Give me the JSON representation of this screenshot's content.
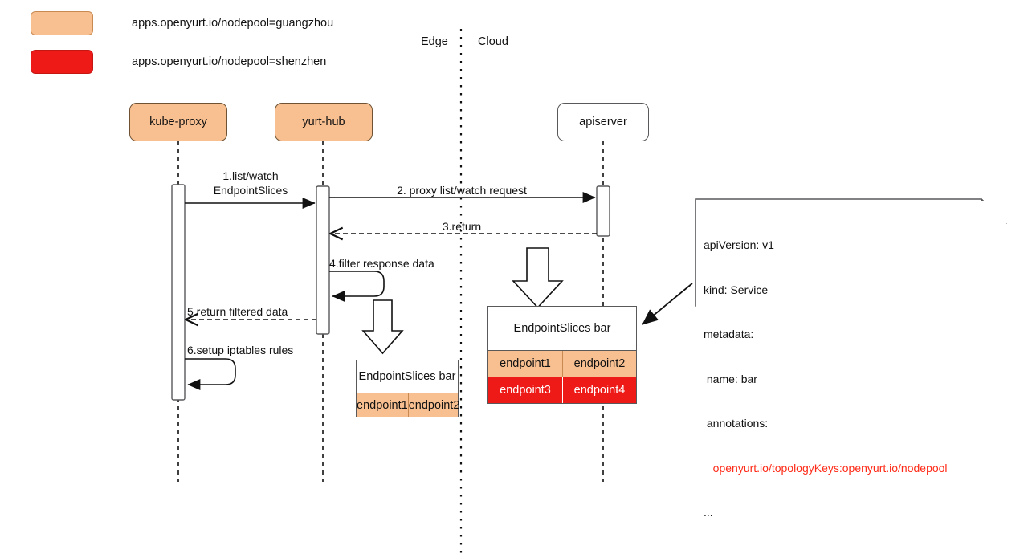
{
  "legend": [
    {
      "color": "#F8C091",
      "label": "apps.openyurt.io/nodepool=guangzhou",
      "swatch_name": "guangzhou"
    },
    {
      "color": "#EE1A18",
      "label": "apps.openyurt.io/nodepool=shenzhen",
      "swatch_name": "shenzhen"
    }
  ],
  "zones": {
    "edge": "Edge",
    "cloud": "Cloud"
  },
  "actors": [
    {
      "name": "kube-proxy",
      "label": "kube-proxy",
      "fill": "#F8C091"
    },
    {
      "name": "yurt-hub",
      "label": "yurt-hub",
      "fill": "#F8C091"
    },
    {
      "name": "apiserver",
      "label": "apiserver",
      "fill": "#FFFFFF"
    }
  ],
  "messages": [
    {
      "id": "1",
      "line1": "1.list/watch",
      "line2": "EndpointSlices",
      "from": "kube-proxy",
      "to": "yurt-hub",
      "style": "solid"
    },
    {
      "id": "2",
      "line1": "2. proxy list/watch request",
      "line2": "",
      "from": "yurt-hub",
      "to": "apiserver",
      "style": "solid"
    },
    {
      "id": "3",
      "line1": "3.return",
      "line2": "",
      "from": "apiserver",
      "to": "yurt-hub",
      "style": "dashed"
    },
    {
      "id": "4",
      "line1": "4.filter response data",
      "line2": "",
      "from": "yurt-hub",
      "to": "yurt-hub",
      "style": "self-solid"
    },
    {
      "id": "5",
      "line1": "5.return filtered data",
      "line2": "",
      "from": "yurt-hub",
      "to": "kube-proxy",
      "style": "dashed"
    },
    {
      "id": "6",
      "line1": "6.setup iptables rules",
      "line2": "",
      "from": "kube-proxy",
      "to": "kube-proxy",
      "style": "self-solid"
    }
  ],
  "tables": {
    "edge": {
      "title": "EndpointSlices bar",
      "rows": [
        {
          "cells": [
            "endpoint1",
            "endpoint2"
          ],
          "fill": "#F8C091"
        }
      ]
    },
    "cloud": {
      "title": "EndpointSlices bar",
      "rows": [
        {
          "cells": [
            "endpoint1",
            "endpoint2"
          ],
          "fill": "#F8C091"
        },
        {
          "cells": [
            "endpoint3",
            "endpoint4"
          ],
          "fill": "#EE1A18"
        }
      ]
    }
  },
  "note": {
    "lines": [
      {
        "text": "apiVersion: v1",
        "accent": false
      },
      {
        "text": "kind: Service",
        "accent": false
      },
      {
        "text": "metadata:",
        "accent": false
      },
      {
        "text": " name: bar",
        "accent": false
      },
      {
        "text": " annotations:",
        "accent": false
      },
      {
        "text": "   openyurt.io/topologyKeys:openyurt.io/nodepool",
        "accent": true
      },
      {
        "text": "...",
        "accent": false
      }
    ]
  }
}
